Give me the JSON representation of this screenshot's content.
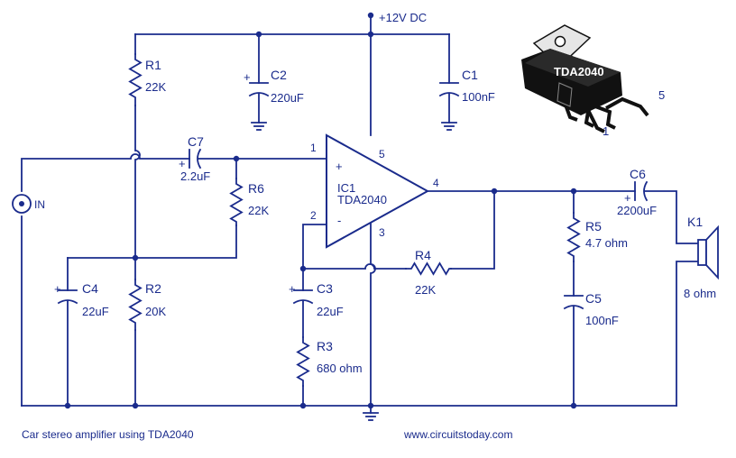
{
  "supply": "+12V DC",
  "input_label": "IN",
  "ic": {
    "ref": "IC1",
    "part": "TDA2040",
    "pin1": "1",
    "pin2": "2",
    "pin3": "3",
    "pin4": "4",
    "pin5": "5",
    "plus": "+",
    "minus": "-"
  },
  "package": {
    "marking": "TDA2040",
    "pin_first": "1",
    "pin_last": "5"
  },
  "components": {
    "R1": {
      "ref": "R1",
      "value": "22K"
    },
    "R2": {
      "ref": "R2",
      "value": "20K"
    },
    "R3": {
      "ref": "R3",
      "value": "680 ohm"
    },
    "R4": {
      "ref": "R4",
      "value": "22K"
    },
    "R5": {
      "ref": "R5",
      "value": "4.7 ohm"
    },
    "R6": {
      "ref": "R6",
      "value": "22K"
    },
    "C1": {
      "ref": "C1",
      "value": "100nF"
    },
    "C2": {
      "ref": "C2",
      "value": "220uF"
    },
    "C3": {
      "ref": "C3",
      "value": "22uF"
    },
    "C4": {
      "ref": "C4",
      "value": "22uF"
    },
    "C5": {
      "ref": "C5",
      "value": "100nF"
    },
    "C6": {
      "ref": "C6",
      "value": "2200uF"
    },
    "C7": {
      "ref": "C7",
      "value": "2.2uF"
    },
    "K1": {
      "ref": "K1",
      "value": "8 ohm"
    }
  },
  "polarity_mark": "+",
  "caption": "Car stereo amplifier using TDA2040",
  "website": "www.circuitstoday.com",
  "colors": {
    "ink": "#1a2b8c",
    "package_body": "#111111",
    "package_tab": "#e6e6e6"
  }
}
